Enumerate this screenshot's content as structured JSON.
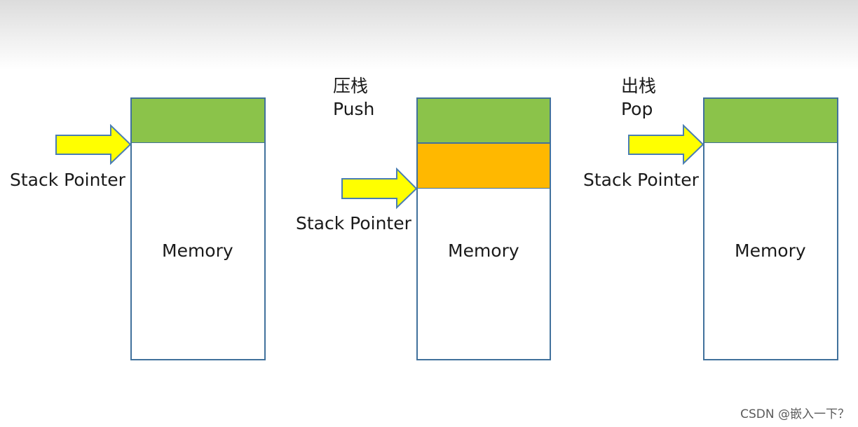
{
  "colors": {
    "green_block": "#8bc34a",
    "orange_block": "#ffb800",
    "arrow_fill": "#ffff00",
    "arrow_stroke": "#4a7eb3",
    "box_border": "#41719c"
  },
  "panels": [
    {
      "title_cn": "",
      "title_en": "",
      "memory_label": "Memory",
      "pointer_label": "Stack Pointer"
    },
    {
      "title_cn": "压栈",
      "title_en": "Push",
      "memory_label": "Memory",
      "pointer_label": "Stack Pointer"
    },
    {
      "title_cn": "出栈",
      "title_en": "Pop",
      "memory_label": "Memory",
      "pointer_label": "Stack Pointer"
    }
  ],
  "watermark": "CSDN @嵌入一下？"
}
